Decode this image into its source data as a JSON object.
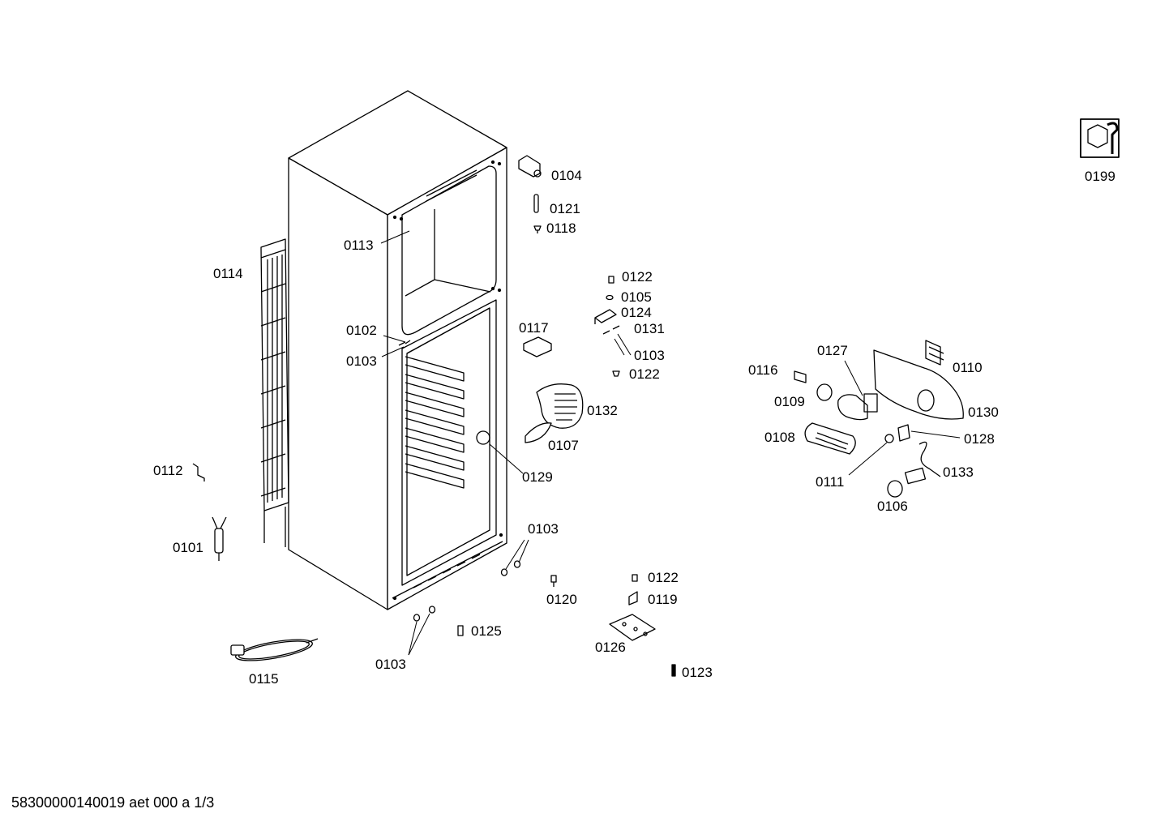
{
  "labels": {
    "p0104": "0104",
    "p0121": "0121",
    "p0118": "0118",
    "p0113": "0113",
    "p0114": "0114",
    "p0122a": "0122",
    "p0105": "0105",
    "p0124": "0124",
    "p0131": "0131",
    "p0103a": "0103",
    "p0122b": "0122",
    "p0117": "0117",
    "p0102": "0102",
    "p0103b": "0103",
    "p0132": "0132",
    "p0107": "0107",
    "p0129": "0129",
    "p0112": "0112",
    "p0101": "0101",
    "p0103c": "0103",
    "p0120": "0120",
    "p0122c": "0122",
    "p0119": "0119",
    "p0125": "0125",
    "p0126": "0126",
    "p0103d": "0103",
    "p0115": "0115",
    "p0123": "0123",
    "p0199": "0199",
    "p0127": "0127",
    "p0110": "0110",
    "p0116": "0116",
    "p0109": "0109",
    "p0130": "0130",
    "p0108": "0108",
    "p0128": "0128",
    "p0133": "0133",
    "p0111": "0111",
    "p0106": "0106"
  },
  "footer": "58300000140019 aet 000 a 1/3"
}
